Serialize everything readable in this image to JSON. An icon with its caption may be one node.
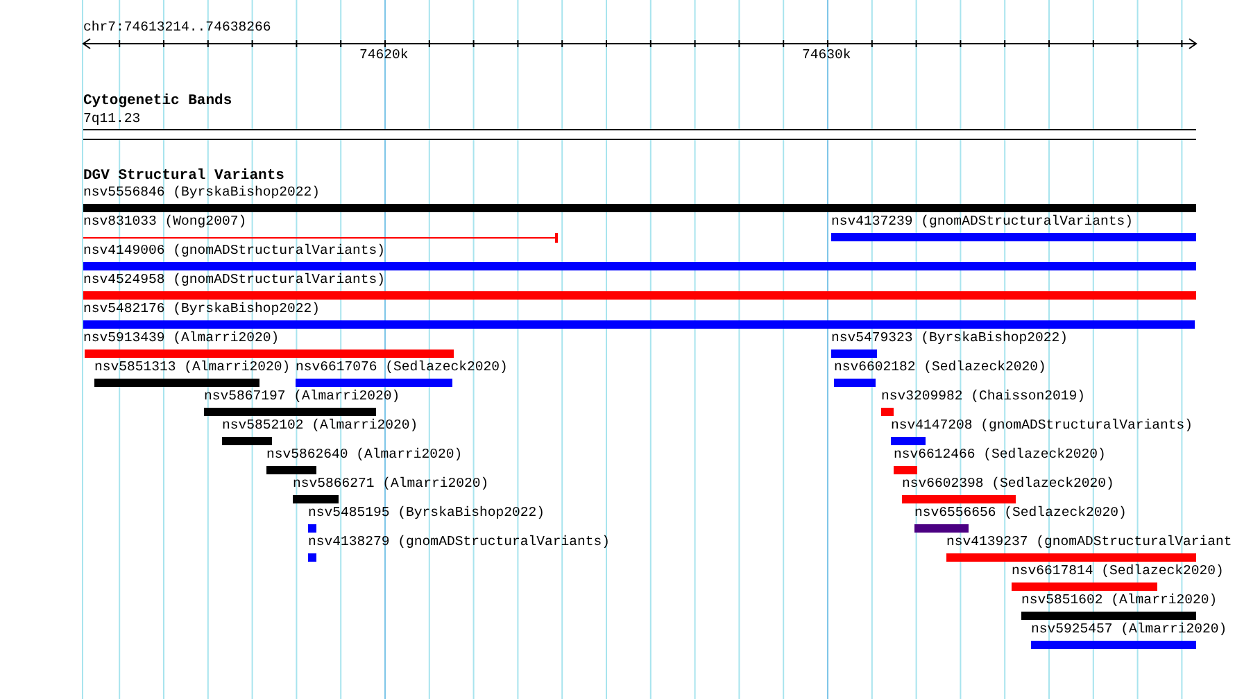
{
  "diagram": {
    "nodes": [
      {
        "text": [
          "7q11.23"
        ]
      },
      {
        "text": [
          "nsv5556846 (ByrskaBishop2022)"
        ]
      },
      {
        "text": [
          "nsv831033 (Wong2007)"
        ]
      },
      {
        "text": [
          "nsv4137239 (gnomADStructuralVariants)"
        ]
      },
      {
        "text": [
          "nsv4149006 (gnomADStructuralVariants)"
        ]
      },
      {
        "text": [
          "nsv4524958 (gnomADStructuralVariants)"
        ]
      },
      {
        "text": [
          "nsv5482176 (ByrskaBishop2022)"
        ]
      },
      {
        "text": [
          "nsv5913439 (Almarri2020)"
        ]
      },
      {
        "text": [
          "nsv5479323 (ByrskaBishop2022)"
        ]
      },
      {
        "text": [
          "nsv5851313 (Almarri2020)"
        ]
      },
      {
        "text": [
          "nsv6617076 (Sedlazeck2020)"
        ]
      },
      {
        "text": [
          "nsv6602182 (Sedlazeck2020)"
        ]
      },
      {
        "text": [
          "nsv5867197 (Almarri2020)"
        ]
      },
      {
        "text": [
          "nsv3209982 (Chaisson2019)"
        ]
      },
      {
        "text": [
          "nsv5852102 (Almarri2020)"
        ]
      },
      {
        "text": [
          "nsv4147208 (gnomADStructuralVariants)"
        ]
      },
      {
        "text": [
          "nsv5862640 (Almarri2020)"
        ]
      },
      {
        "text": [
          "nsv6612466 (Sedlazeck2020)"
        ]
      },
      {
        "text": [
          "nsv5866271 (Almarri2020)"
        ]
      },
      {
        "text": [
          "nsv6602398 (Sedlazeck2020)"
        ]
      },
      {
        "text": [
          "nsv5485195 (ByrskaBishop2022)"
        ]
      },
      {
        "text": [
          "nsv6556656 (Sedlazeck2020)"
        ]
      },
      {
        "text": [
          "nsv4138279 (gnomADStructuralVariants)"
        ]
      },
      {
        "text": [
          "nsv4139237 (gnomADStructuralVariant"
        ]
      },
      {
        "text": [
          "nsv6617814 (Sedlazeck2020)"
        ]
      },
      {
        "text": [
          "nsv5851602 (Almarri2020)"
        ]
      },
      {
        "text": [
          "nsv5925457 (Almarri2020)"
        ]
      }
    ],
    "labels": [
      "chr7:74613214..74638266",
      "74620k",
      "74630k",
      "Cytogenetic Bands",
      "DGV Structural Variants"
    ]
  }
}
